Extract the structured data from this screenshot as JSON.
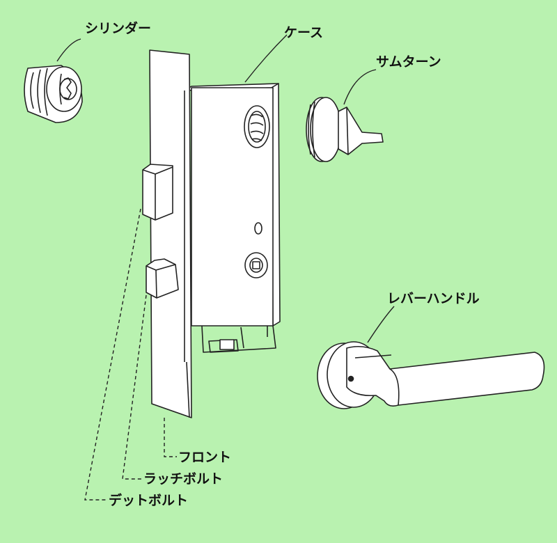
{
  "background_color": "#b9f2b0",
  "line_color": "#222222",
  "part_fill_color": "#ffffff",
  "labels": {
    "cylinder": "シリンダー",
    "case": "ケース",
    "thumb_turn": "サムターン",
    "lever_handle": "レバーハンドル",
    "front": "フロント",
    "latch_bolt": "ラッチボルト",
    "dead_bolt": "デットボルト"
  }
}
